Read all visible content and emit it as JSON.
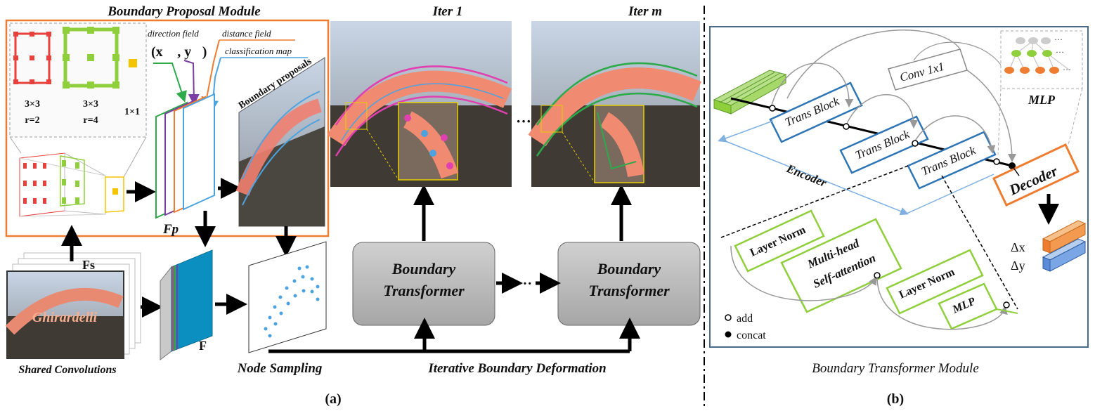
{
  "bpm": {
    "title": "Boundary Proposal Module",
    "kernel_labels": [
      {
        "size": "3×3",
        "rate": "r=2"
      },
      {
        "size": "3×3",
        "rate": "r=4"
      },
      {
        "size": "1×1",
        "rate": ""
      }
    ],
    "field_labels": {
      "direction": "direction field",
      "direction_symbol": "(x⃗ , y⃗)",
      "distance": "distance field",
      "classification": "classification map"
    },
    "fp_label": "Fp",
    "proposals_label": "Boundary proposals"
  },
  "pipeline": {
    "fs_label": "Fs",
    "f_label": "F",
    "shared_conv_label": "Shared Convolutions",
    "node_sampling_label": "Node Sampling",
    "iterative_label": "Iterative Boundary Deformation",
    "transformer_1": {
      "line1": "Boundary",
      "line2": "Transformer"
    },
    "transformer_m": {
      "line1": "Boundary",
      "line2": "Transformer"
    },
    "iter_1_label": "Iter 1",
    "iter_m_label": "Iter m",
    "panel_a_label": "(a)",
    "image_word": "Ghirardelli"
  },
  "btm": {
    "title": "Boundary Transformer Module",
    "panel_b_label": "(b)",
    "conv_label": "Conv 1x1",
    "trans_block_label": "Trans Block",
    "encoder_label": "Encoder",
    "decoder_label": "Decoder",
    "mlp_label": "MLP",
    "delta_x": "Δx",
    "delta_y": "Δy",
    "layer_norm_label": "Layer Norm",
    "mhsa_line1": "Multi-head",
    "mhsa_line2": "Self-attention",
    "layer_norm2_label": "Layer Norm",
    "mlp_block_label": "MLP",
    "legend_add": "add",
    "legend_concat": "concat"
  },
  "colors": {
    "orange": "#ee7d31",
    "green": "#8fcf3c",
    "blue": "#2e75b6",
    "purple": "#7a3fa0",
    "teal_face": "#0b8fc0",
    "gray_box": "#b8b8b8",
    "red_kernel": "#e8403c",
    "yellow": "#f5c400"
  }
}
